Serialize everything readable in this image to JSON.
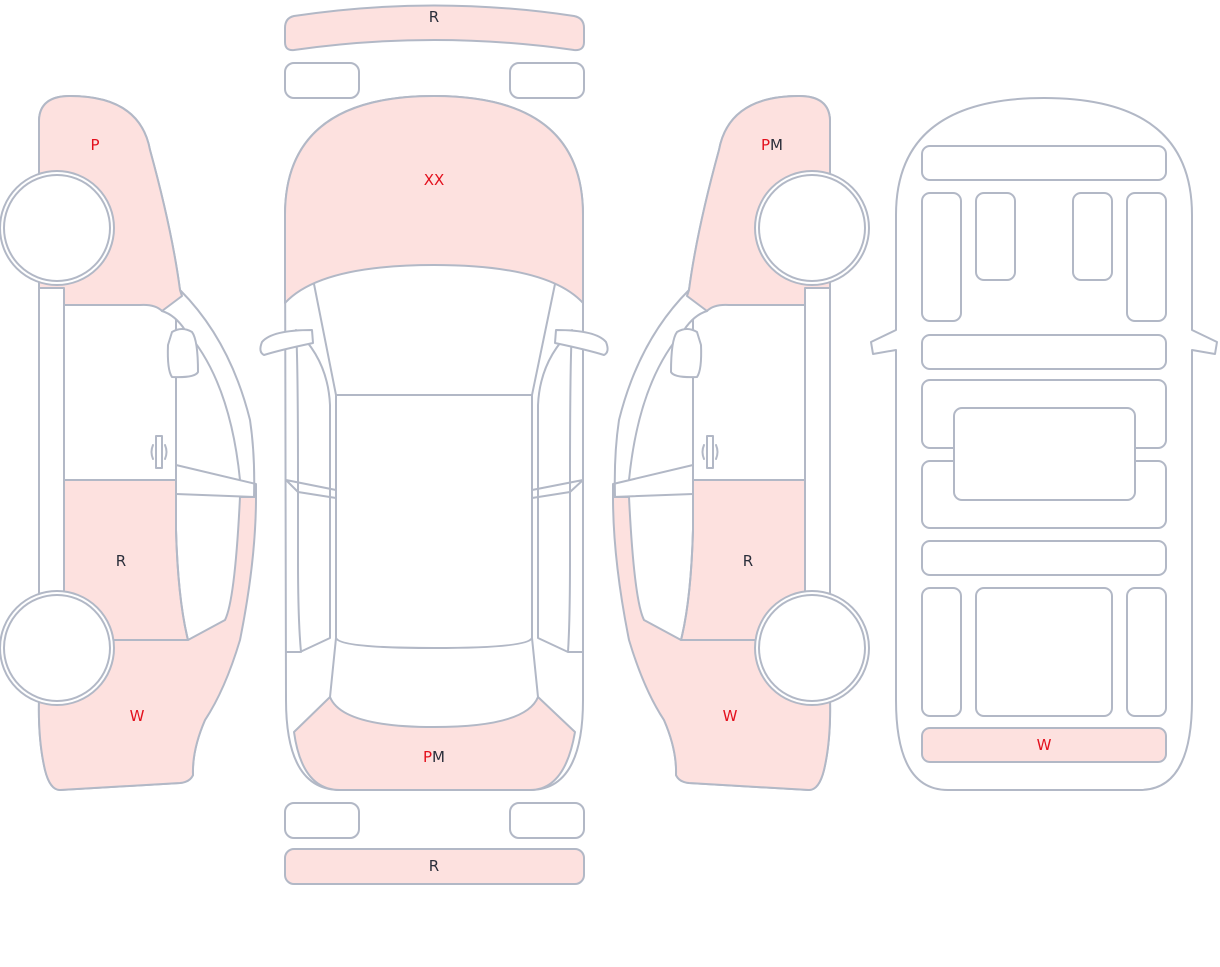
{
  "colors": {
    "outline": "#b2b8c6",
    "damage_fill": "#fde1df",
    "red_code": "#e3101d",
    "dark_code": "#2b2f3b"
  },
  "panels": {
    "roof_front_strip": "R",
    "hood": "XX",
    "trunk": "PM",
    "rear_bumper": "R",
    "left_front_fender": "P",
    "left_rear_door": "R",
    "left_quarter": "W",
    "right_front_fender": "PM",
    "right_rear_door": "R",
    "right_quarter": "W",
    "interior_rear_bar": "W"
  }
}
